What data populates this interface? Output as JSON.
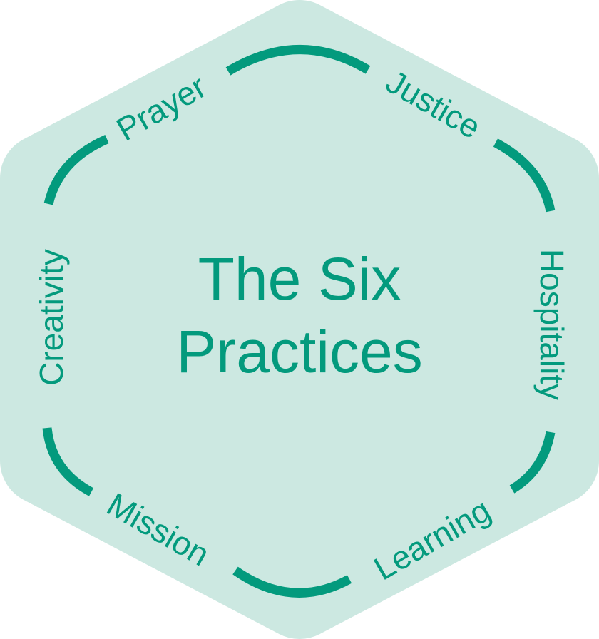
{
  "title": {
    "line1": "The Six",
    "line2": "Practices"
  },
  "practices": [
    "Prayer",
    "Justice",
    "Hospitality",
    "Learning",
    "Mission",
    "Creativity"
  ],
  "colors": {
    "background": "#cce8e1",
    "accent": "#039a7d"
  }
}
